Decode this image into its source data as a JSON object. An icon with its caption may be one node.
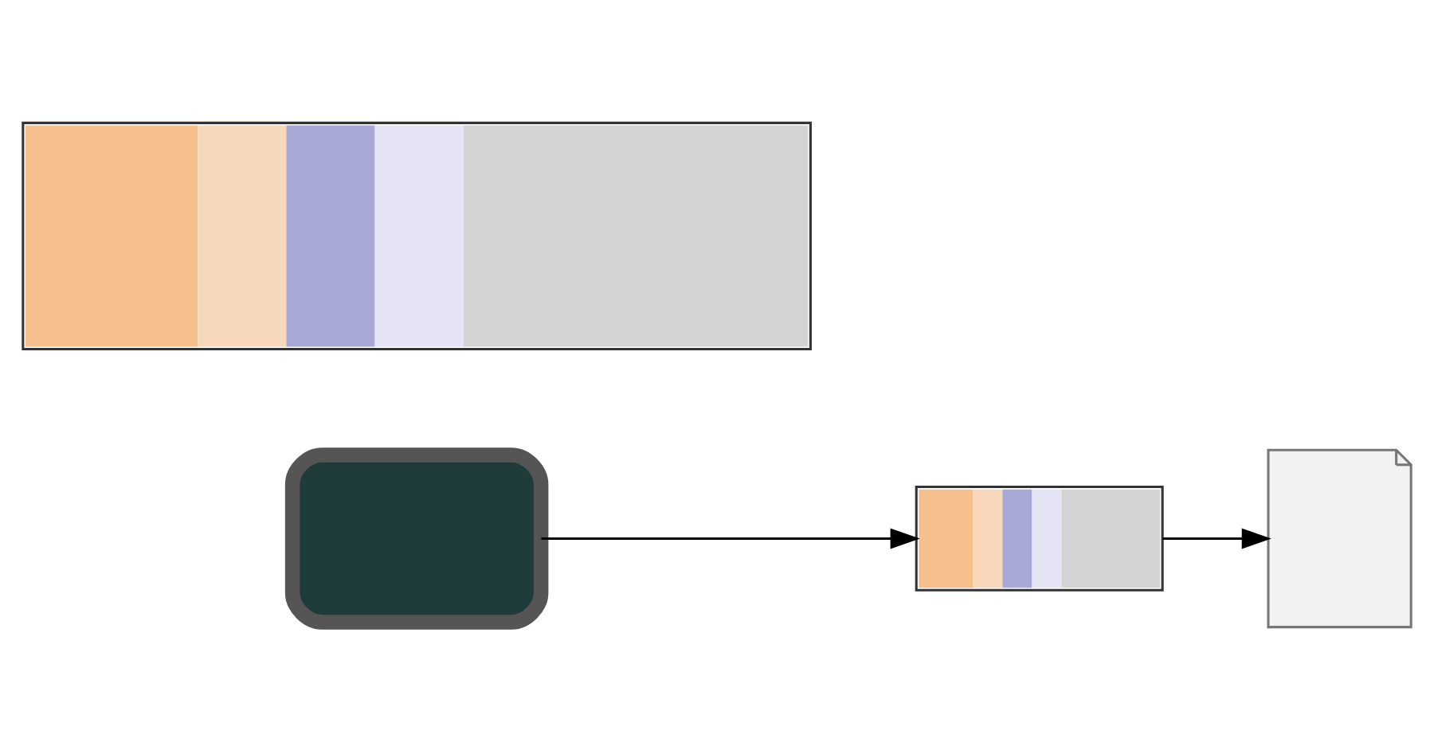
{
  "diagram": {
    "nodes": [
      {
        "text": [],
        "shape": "monitor"
      },
      {
        "text": [],
        "shape": "chart"
      },
      {
        "text": [],
        "shape": "clipboard"
      },
      {
        "text": [],
        "shape": "chart"
      }
    ],
    "edges": [
      {
        "from": 0,
        "to": 1,
        "arrow": "to"
      },
      {
        "from": 1,
        "to": 2,
        "arrow": "to"
      }
    ]
  }
}
